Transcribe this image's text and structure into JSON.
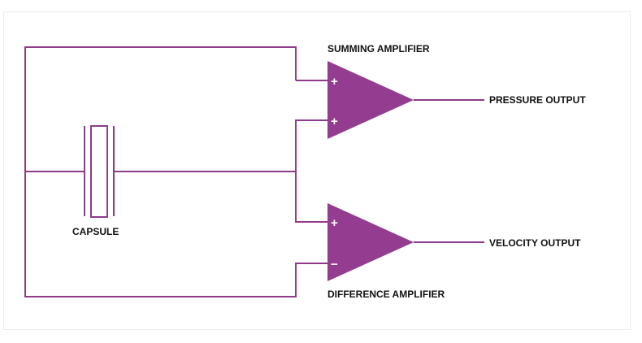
{
  "colors": {
    "wire": "#8e3b8a",
    "amplifier_fill": "#943d90",
    "label_text": "#111111"
  },
  "labels": {
    "summing_amplifier": "SUMMING AMPLIFIER",
    "difference_amplifier": "DIFFERENCE AMPLIFIER",
    "pressure_output": "PRESSURE OUTPUT",
    "velocity_output": "VELOCITY OUTPUT",
    "capsule": "CAPSULE"
  },
  "summing_amp": {
    "input_top_sign": "+",
    "input_bottom_sign": "+"
  },
  "difference_amp": {
    "input_top_sign": "+",
    "input_bottom_sign": "−"
  }
}
